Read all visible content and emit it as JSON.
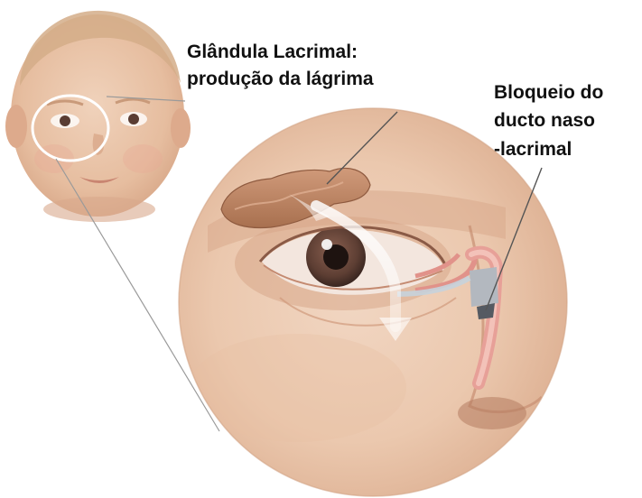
{
  "labels": {
    "gland_line1": "Glândula Lacrimal:",
    "gland_line2": "produção da lágrima",
    "block_line1": "Bloqueio do",
    "block_line2": "ducto naso",
    "block_line3": "-lacrimal"
  },
  "colors": {
    "skin": "#e9c2a6",
    "skin_shadow": "#d39f82",
    "hair": "#caa27a",
    "gland": "#b98363",
    "iris": "#6b4a3c",
    "blockage": "#b3b8bf",
    "leader_line": "#555555"
  }
}
